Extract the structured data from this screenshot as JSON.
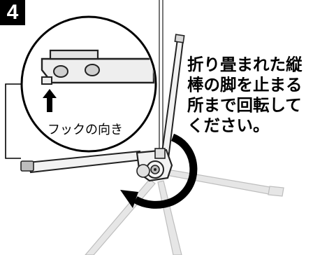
{
  "step": {
    "number": "4"
  },
  "instruction": {
    "lines": [
      "折り畳まれた縦",
      "棒の脚を止まる",
      "所まで回転して",
      "ください。"
    ]
  },
  "callout": {
    "caption": "フックの向き"
  },
  "icons": {
    "rotation_arrow": "curved-rotation-arrow-icon",
    "direction_arrow": "up-arrow-icon"
  }
}
